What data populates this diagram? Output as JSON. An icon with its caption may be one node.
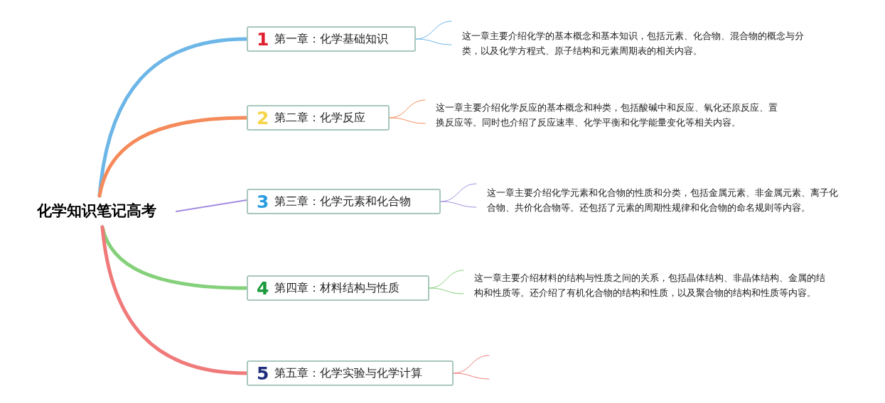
{
  "diagram": {
    "nodes": [
      {
        "text": [
          "化学知识笔记高考"
        ]
      },
      {
        "text": [
          "1",
          "第一章：化学基础知识"
        ]
      },
      {
        "text": [
          "2",
          "第二章：化学反应"
        ]
      },
      {
        "text": [
          "3",
          "第三章：化学元素和化合物"
        ]
      },
      {
        "text": [
          "4",
          "第四章：材料结构与性质"
        ]
      },
      {
        "text": [
          "5",
          "第五章：化学实验与化学计算"
        ]
      },
      {
        "text": [
          "这一章主要介绍化学的基本概念和基本知识，包括元素、化合物、混合物的概念与分类，以及化学方程式、原子结构和元素周期表的相关内容。"
        ]
      },
      {
        "text": [
          "这一章主要介绍化学反应的基本概念和种类，包括酸碱中和反应、氧化还原反应、置换反应等。同时也介绍了反应速率、化学平衡和化学能量变化等相关内容。"
        ]
      },
      {
        "text": [
          "这一章主要介绍化学元素和化合物的性质和分类，包括金属元素、非金属元素、离子化合物、共价化合物等。还包括了元素的周期性规律和化合物的命名规则等内容。"
        ]
      },
      {
        "text": [
          "这一章主要介绍材料的结构与性质之间的关系，包括晶体结构、非晶体结构、金属的结构和性质等。还介绍了有机化合物的结构和性质，以及聚合物的结构和性质等内容。"
        ]
      }
    ],
    "edges": [
      {
        "from": 0,
        "to": 1,
        "arrow": "none",
        "style": "thick",
        "color": "#6cb6e8"
      },
      {
        "from": 0,
        "to": 2,
        "arrow": "none",
        "style": "thick",
        "color": "#f58a5a"
      },
      {
        "from": 0,
        "to": 3,
        "arrow": "none",
        "color": "#a38be0"
      },
      {
        "from": 0,
        "to": 4,
        "arrow": "none",
        "style": "thick",
        "color": "#85d07a"
      },
      {
        "from": 0,
        "to": 5,
        "arrow": "none",
        "style": "thick",
        "color": "#f07a7a"
      },
      {
        "from": 1,
        "to": 6,
        "arrow": "none",
        "color": "#6cb6e8"
      },
      {
        "from": 2,
        "to": 7,
        "arrow": "none",
        "color": "#f58a5a"
      },
      {
        "from": 3,
        "to": 8,
        "arrow": "none",
        "color": "#a38be0"
      },
      {
        "from": 4,
        "to": 9,
        "arrow": "none",
        "color": "#85d07a"
      },
      {
        "from": 5,
        "to": null,
        "arrow": "none",
        "color": "#f07a7a"
      }
    ]
  }
}
